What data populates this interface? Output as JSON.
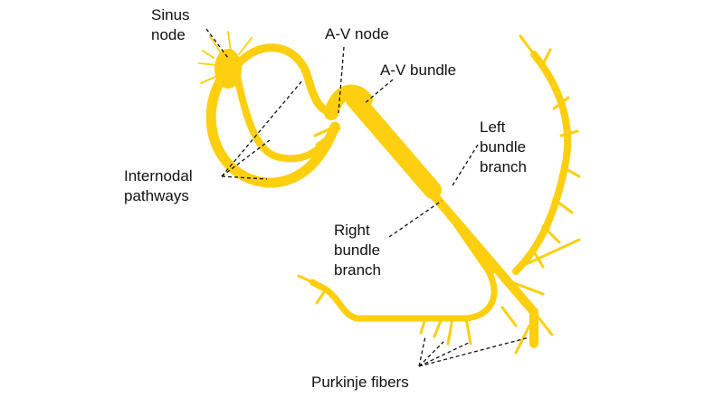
{
  "labels": {
    "sinus_node": [
      "Sinus",
      "node"
    ],
    "av_node": [
      "A-V node"
    ],
    "av_bundle": [
      "A-V bundle"
    ],
    "left_bundle_branch": [
      "Left",
      "bundle",
      "branch"
    ],
    "internodal_pathways": [
      "Internodal",
      "pathways"
    ],
    "right_bundle_branch": [
      "Right",
      "bundle",
      "branch"
    ],
    "purkinje_fibers": [
      "Purkinje fibers"
    ]
  },
  "colors": {
    "conduction": "#FDCF0F",
    "conduction_light": "#FFE89A",
    "text": "#111111",
    "leader": "#111111",
    "background": "#FFFFFF"
  }
}
